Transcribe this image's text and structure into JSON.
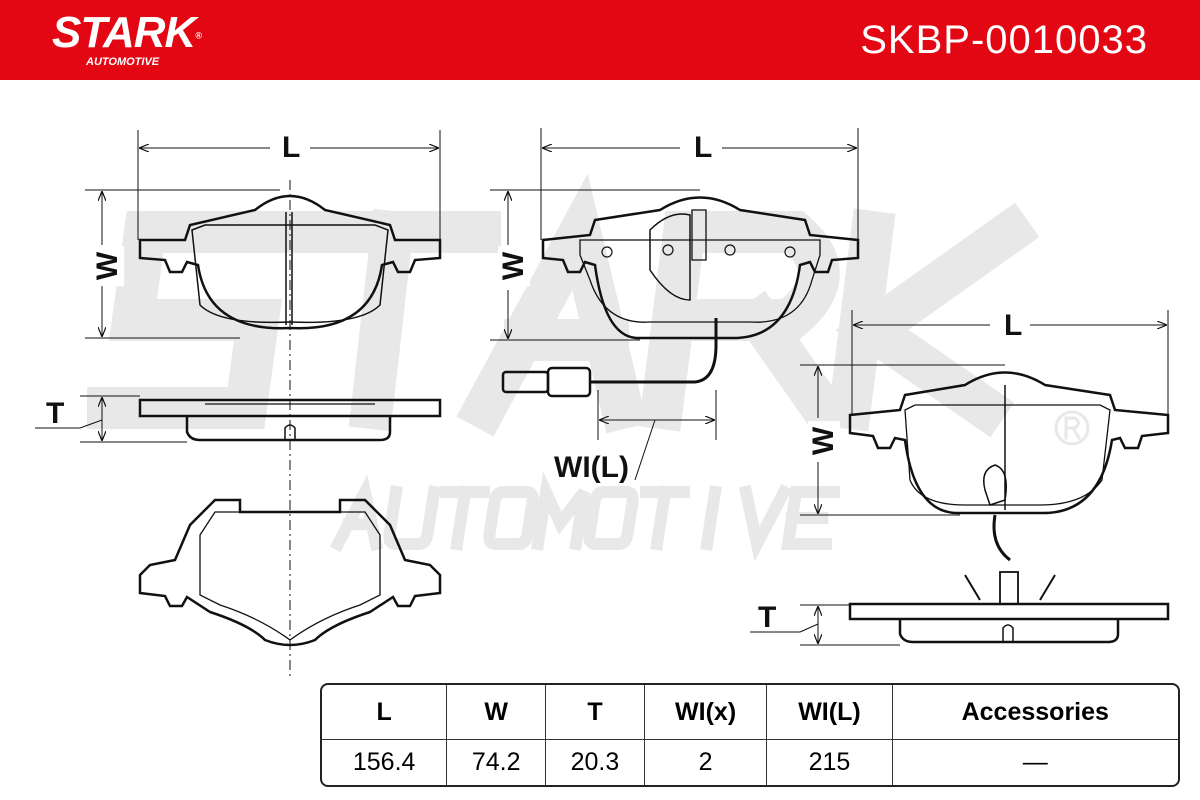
{
  "header": {
    "brand": "STARK",
    "brand_sub": "AUTOMOTIVE",
    "registered": "®",
    "part_number": "SKBP-0010033"
  },
  "watermark": {
    "main": "STARK",
    "sub": "AUTOMOTIVE",
    "registered": "®"
  },
  "dimension_labels": {
    "length": "L",
    "width": "W",
    "thickness": "T",
    "wear_indicator_length": "WI(L)"
  },
  "table": {
    "headers": [
      "L",
      "W",
      "T",
      "WI(x)",
      "WI(L)",
      "Accessories"
    ],
    "values": [
      "156.4",
      "74.2",
      "20.3",
      "2",
      "215",
      "—"
    ]
  },
  "colors": {
    "brand_red": "#e30613"
  }
}
